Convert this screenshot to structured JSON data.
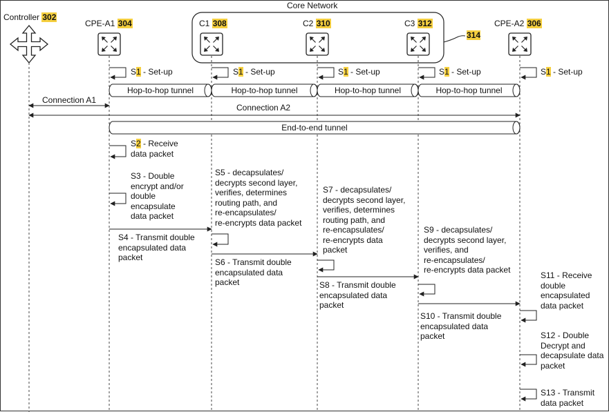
{
  "core_network": {
    "title": "Core Network",
    "ref": "314"
  },
  "entities": [
    {
      "id": "controller",
      "name": "Controller",
      "ref": "302"
    },
    {
      "id": "cpe-a1",
      "name": "CPE-A1",
      "ref": "304"
    },
    {
      "id": "c1",
      "name": "C1",
      "ref": "308"
    },
    {
      "id": "c2",
      "name": "C2",
      "ref": "310"
    },
    {
      "id": "c3",
      "name": "C3",
      "ref": "312"
    },
    {
      "id": "cpe-a2",
      "name": "CPE-A2",
      "ref": "306"
    }
  ],
  "setup": {
    "prefix": "S",
    "num": "1",
    "suffix": " - Set-up"
  },
  "hop_tunnel_label": "Hop-to-hop tunnel",
  "connection_a1": "Connection A1",
  "connection_a2": "Connection A2",
  "end_to_end_tunnel": "End-to-end tunnel",
  "steps": {
    "s2": {
      "prefix": "S",
      "num": "2",
      "text": " - Receive\ndata packet"
    },
    "s3": "S3 - Double\nencrypt and/or\ndouble\nencapsulate\ndata packet",
    "s4": "S4 - Transmit double\nencapsulated data\npacket",
    "s5": "S5 - decapsulates/\ndecrypts second layer,\nverifies, determines\nrouting path, and\nre-encapsulates/\nre-encrypts data packet",
    "s6": "S6 - Transmit double\nencapsulated data\npacket",
    "s7": "S7 - decapsulates/\ndecrypts second layer,\nverifies, determines\nrouting path, and\nre-encapsulates/\nre-encrypts data\npacket",
    "s8": "S8 - Transmit double\nencapsulated data\npacket",
    "s9": "S9 - decapsulates/\ndecrypts second layer,\nverifies, and\nre-encapsulates/\nre-encrypts data packet",
    "s10": "S10 - Transmit double\nencapsulated data\npacket",
    "s11": "S11 - Receive\ndouble\nencapsulated\ndata packet",
    "s12": "S12 - Double\nDecrypt and\ndecapsulate data\npacket",
    "s13": "S13 - Transmit\ndata packet"
  },
  "colors": {
    "highlight": "#f5cf3f",
    "line": "#222222"
  },
  "icons": {
    "controller": "four-way-arrow-icon",
    "node": "router-x-icon"
  }
}
